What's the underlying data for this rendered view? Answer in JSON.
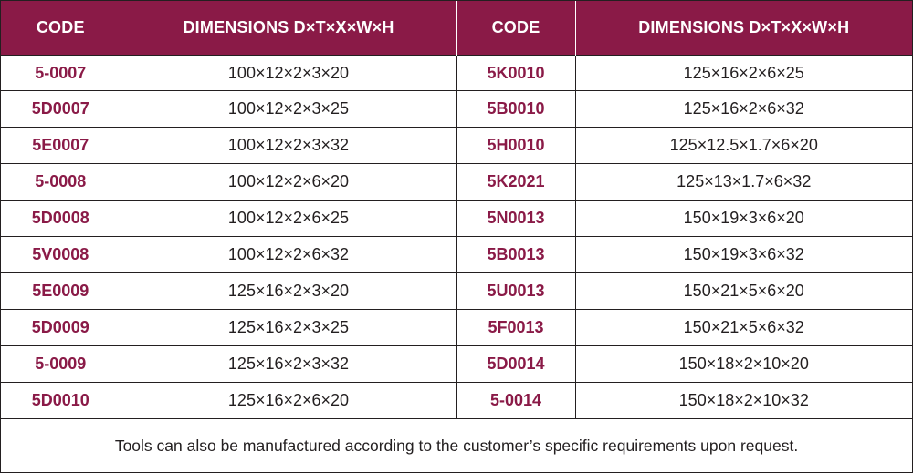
{
  "table": {
    "headers": [
      "CODE",
      "DIMENSIONS D×T×X×W×H",
      "CODE",
      "DIMENSIONS D×T×X×W×H"
    ],
    "rows": [
      [
        "5-0007",
        "100×12×2×3×20",
        "5K0010",
        "125×16×2×6×25"
      ],
      [
        "5D0007",
        "100×12×2×3×25",
        "5B0010",
        "125×16×2×6×32"
      ],
      [
        "5E0007",
        "100×12×2×3×32",
        "5H0010",
        "125×12.5×1.7×6×20"
      ],
      [
        "5-0008",
        "100×12×2×6×20",
        "5K2021",
        "125×13×1.7×6×32"
      ],
      [
        "5D0008",
        "100×12×2×6×25",
        "5N0013",
        "150×19×3×6×20"
      ],
      [
        "5V0008",
        "100×12×2×6×32",
        "5B0013",
        "150×19×3×6×32"
      ],
      [
        "5E0009",
        "125×16×2×3×20",
        "5U0013",
        "150×21×5×6×20"
      ],
      [
        "5D0009",
        "125×16×2×3×25",
        "5F0013",
        "150×21×5×6×32"
      ],
      [
        "5-0009",
        "125×16×2×3×32",
        "5D0014",
        "150×18×2×10×20"
      ],
      [
        "5D0010",
        "125×16×2×6×20",
        "5-0014",
        "150×18×2×10×32"
      ]
    ]
  },
  "note": "Tools can also be manufactured according to the customer’s specific requirements upon request.",
  "colors": {
    "header_bg": "#8a1a47",
    "code_text": "#8a1a47",
    "body_text": "#231f20"
  }
}
